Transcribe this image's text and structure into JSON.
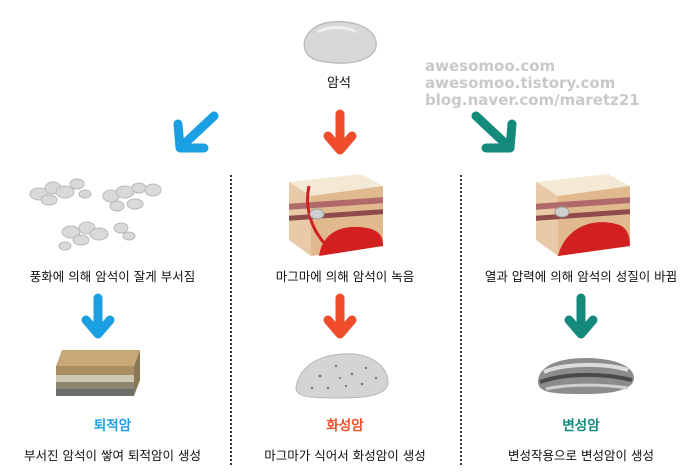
{
  "top": {
    "label": "암석"
  },
  "watermark": {
    "line1": "awesomoo.com",
    "line2": "awesomoo.tistory.com",
    "line3": "blog.naver.com/maretz21"
  },
  "columns": [
    {
      "process": "풍화에 의해 암석이 잘게 부서짐",
      "rock_name": "퇴적암",
      "result": "부서진 암석이 쌓여 퇴적암이 생성",
      "color": "#1a9fe2"
    },
    {
      "process": "마그마에 의해 암석이 녹음",
      "rock_name": "화성암",
      "result": "마그마가 식어서 화성암이 생성",
      "color": "#f04d2b"
    },
    {
      "process": "열과 압력에 의해 암석의 성질이 바뀜",
      "rock_name": "변성암",
      "result": "변성작용으로 변성암이 생성",
      "color": "#138a7a"
    }
  ]
}
